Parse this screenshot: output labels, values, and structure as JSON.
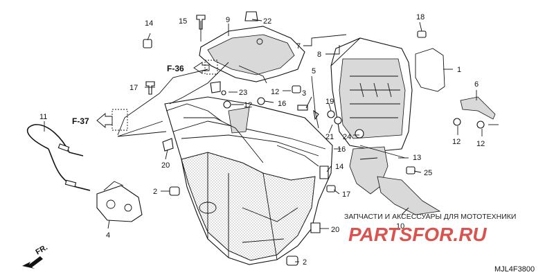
{
  "callouts": {
    "c1": "1",
    "c2a": "2",
    "c2b": "2",
    "c3": "3",
    "c4": "4",
    "c5": "5",
    "c6": "6",
    "c7": "7",
    "c8": "8",
    "c9": "9",
    "c10": "10",
    "c11": "11",
    "c12a": "12",
    "c12b": "12",
    "c12c": "12",
    "c12d": "12",
    "c13": "13",
    "c14a": "14",
    "c14b": "14",
    "c15": "15",
    "c16a": "16",
    "c16b": "16",
    "c17a": "17",
    "c17b": "17",
    "c18": "18",
    "c19": "19",
    "c20a": "20",
    "c20b": "20",
    "c21": "21",
    "c22": "22",
    "c23": "23",
    "c24": "24",
    "c25": "25"
  },
  "refs": {
    "f36": "F-36",
    "f37": "F-37"
  },
  "direction": {
    "front": "FR."
  },
  "watermark": {
    "tagline": "ЗАПЧАСТИ И АКСЕССУАРЫ ДЛЯ МОТОТЕХНИКИ",
    "brand": "PARTSFOR.RU"
  },
  "diagram_code": "MJL4F3800",
  "colors": {
    "watermark": "#d9534f",
    "ink": "#111111"
  }
}
